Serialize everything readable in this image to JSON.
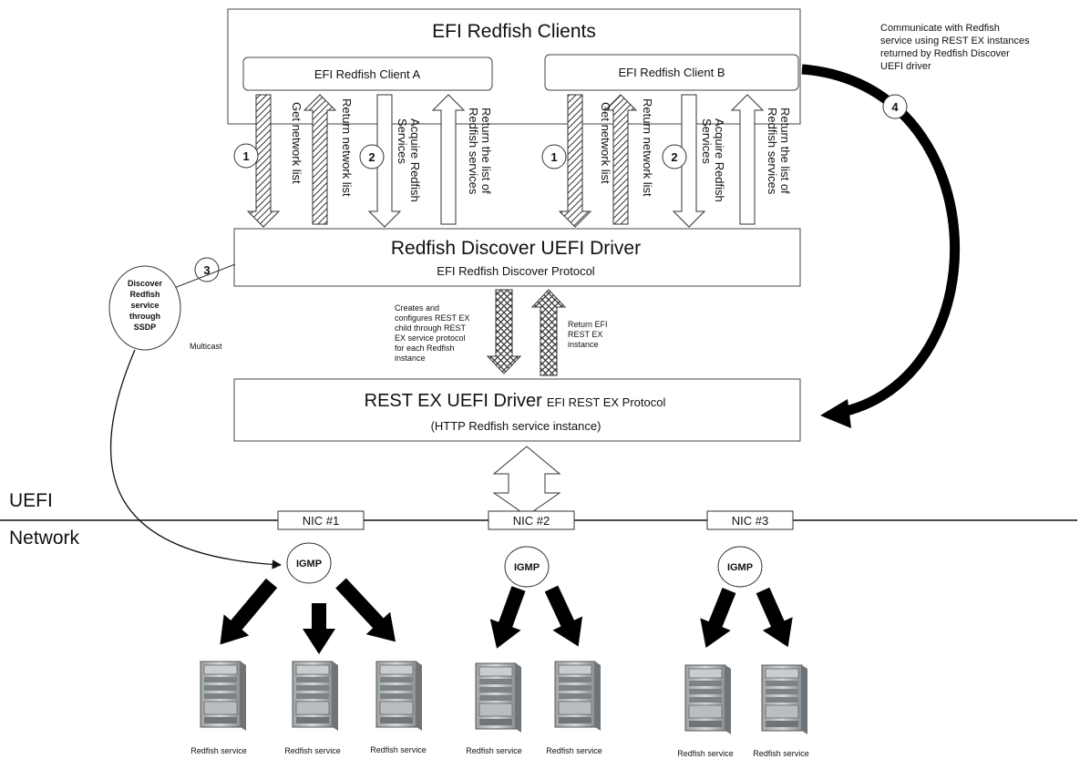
{
  "clients_box": {
    "title": "EFI Redfish Clients",
    "client_a": "EFI Redfish Client A",
    "client_b": "EFI Redfish Client B"
  },
  "step_badges": [
    "1",
    "2",
    "1",
    "2",
    "3",
    "4"
  ],
  "arrow_labels": {
    "get_network_list": "Get network list",
    "return_network_list": "Return network list",
    "acquire_line1": "Acquire Redfish",
    "acquire_line2": "Services",
    "return_list_line1": "Return the list of",
    "return_list_line2": "Redfish services"
  },
  "annotation_4": [
    "Communicate with Redfish",
    "service using REST EX instances",
    "returned by Redfish Discover",
    "UEFI driver"
  ],
  "discover_driver": {
    "title": "Redfish Discover UEFI Driver",
    "protocol": "EFI Redfish Discover Protocol"
  },
  "discover_bubble": [
    "Discover",
    "Redfish",
    "service",
    "through",
    "SSDP"
  ],
  "multicast_label": "Multicast",
  "creates_label": [
    "Creates and",
    "configures REST EX",
    "child through REST",
    "EX service protocol",
    "for each Redfish",
    "instance"
  ],
  "return_efi_label": [
    "Return EFI",
    "REST EX",
    "instance"
  ],
  "restex_driver": {
    "title": "REST EX UEFI Driver",
    "protocol": "EFI REST EX Protocol",
    "subtitle": "(HTTP Redfish service instance)"
  },
  "layer_labels": {
    "uefi": "UEFI",
    "network": "Network"
  },
  "nics": [
    "NIC #1",
    "NIC #2",
    "NIC #3"
  ],
  "igmp_label": "IGMP",
  "service_label": "Redfish service"
}
